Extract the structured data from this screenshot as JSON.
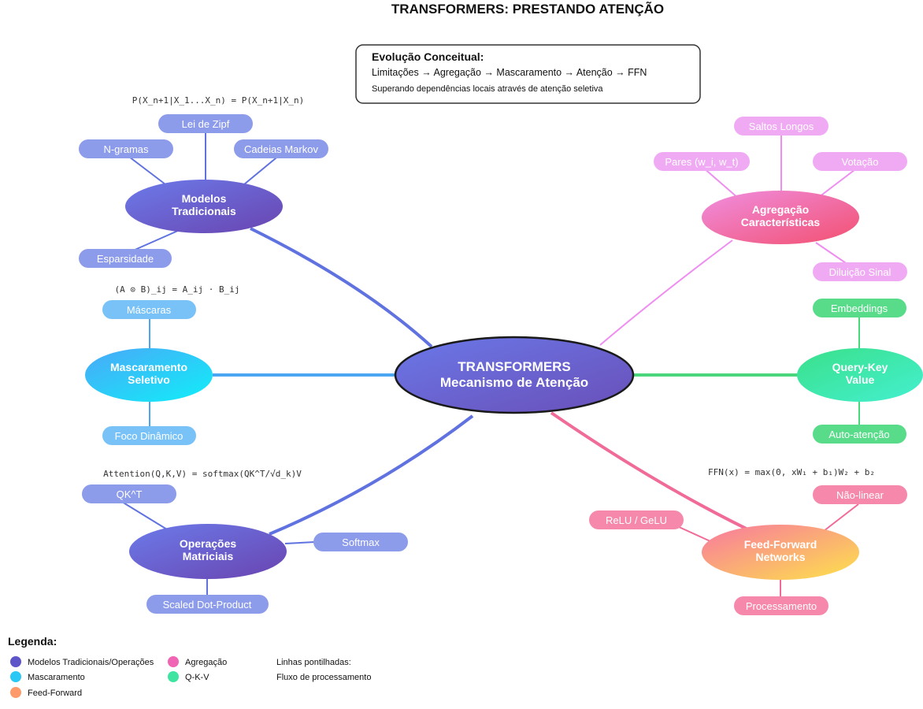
{
  "title": "TRANSFORMERS: PRESTANDO ATENÇÃO",
  "evolution": {
    "heading": "Evolução Conceitual:",
    "flow": "Limitações → Agregação → Mascaramento → Atenção → FFN",
    "subtitle": "Superando dependências locais através de atenção seletiva"
  },
  "center": {
    "line1": "TRANSFORMERS",
    "line2": "Mecanismo de Atenção"
  },
  "branches": {
    "traditional": {
      "line1": "Modelos",
      "line2": "Tradicionais",
      "formula": "P(X_n+1|X_1...X_n) = P(X_n+1|X_n)",
      "chips": [
        "Lei de Zipf",
        "N-gramas",
        "Cadeias Markov",
        "Esparsidade"
      ]
    },
    "aggregation": {
      "line1": "Agregação",
      "line2": "Características",
      "chips": [
        "Saltos Longos",
        "Pares (w_i, w_t)",
        "Votação",
        "Diluição Sinal"
      ]
    },
    "masking": {
      "line1": "Mascaramento",
      "line2": "Seletivo",
      "formula": "(A ⊙ B)_ij = A_ij · B_ij",
      "chips": [
        "Máscaras",
        "Foco Dinâmico"
      ]
    },
    "qkv": {
      "line1": "Query-Key",
      "line2": "Value",
      "chips": [
        "Embeddings",
        "Auto-atenção"
      ]
    },
    "matrix": {
      "line1": "Operações",
      "line2": "Matriciais",
      "formula": "Attention(Q,K,V) = softmax(QK^T/√d_k)V",
      "chips": [
        "QK^T",
        "Softmax",
        "Scaled Dot-Product"
      ]
    },
    "ffn": {
      "line1": "Feed-Forward",
      "line2": "Networks",
      "formula": "FFN(x) = max(0, xW₁ + b₁)W₂ + b₂",
      "chips": [
        "Não-linear",
        "ReLU / GeLU",
        "Processamento"
      ]
    }
  },
  "legend": {
    "heading": "Legenda:",
    "items": [
      {
        "label": "Modelos Tradicionais/Operações",
        "color": "#5d55c8"
      },
      {
        "label": "Mascaramento",
        "color": "#2bc8f5"
      },
      {
        "label": "Feed-Forward",
        "color": "#ff9a6a"
      },
      {
        "label": "Agregação",
        "color": "#f064b4"
      },
      {
        "label": "Q-K-V",
        "color": "#3ee4a0"
      }
    ],
    "note_line1": "Linhas pontilhadas:",
    "note_line2": "Fluxo de processamento"
  },
  "colors": {
    "traditional": "#5f72e0",
    "aggregation": "#ee8ef0",
    "masking": "#4aa6f0",
    "qkv": "#4ad67a",
    "matrix": "#5f72e0",
    "ffn": "#f06b98",
    "chip_trad": "#8c9bea",
    "chip_agg": "#f0aaf4",
    "chip_mask": "#78c2f8",
    "chip_qkv": "#58dc8a",
    "chip_ffn": "#f588ab"
  }
}
